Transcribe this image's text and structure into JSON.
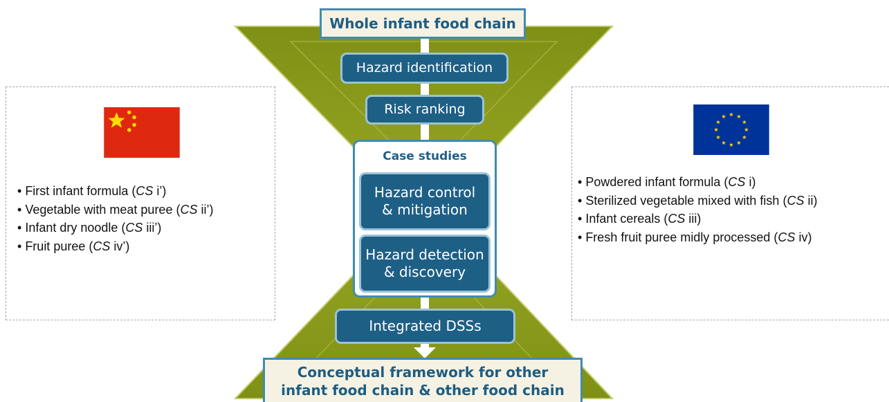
{
  "flow": {
    "top": "Whole infant food chain",
    "steps": [
      "Hazard identification",
      "Risk ranking"
    ],
    "case_studies": {
      "title": "Case studies",
      "items": [
        "Hazard control\n& mitigation",
        "Hazard detection\n& discovery"
      ]
    },
    "integrated": "Integrated DSSs",
    "bottom": "Conceptual framework for other\ninfant food chain & other food chain"
  },
  "china": {
    "flag": "china-flag",
    "items": [
      {
        "text": "First infant formula (",
        "code": "CS",
        "suffix": " i’)"
      },
      {
        "text": "Vegetable with meat puree (",
        "code": "CS",
        "suffix": " ii’)"
      },
      {
        "text": "Infant dry noodle (",
        "code": "CS",
        "suffix": " iii’)"
      },
      {
        "text": "Fruit puree (",
        "code": "CS",
        "suffix": " iv’)"
      }
    ]
  },
  "eu": {
    "flag": "eu-flag",
    "items": [
      {
        "text": "Powdered infant formula (",
        "code": "CS",
        "suffix": " i)"
      },
      {
        "text": "Sterilized vegetable mixed with fish (",
        "code": "CS",
        "suffix": " ii)"
      },
      {
        "text": "Infant cereals (",
        "code": "CS",
        "suffix": " iii)"
      },
      {
        "text": "Fresh fruit puree midly processed (",
        "code": "CS",
        "suffix": " iv)"
      }
    ]
  },
  "colors": {
    "hourglass": "#8a9a1a",
    "hourglass_edge": "#b5c05a",
    "pill": "#1e5f86",
    "pill_border": "#9cc3d6",
    "frame": "#3f8cae",
    "cream": "#f6f2e3",
    "china_red": "#de2910",
    "china_star": "#ffde00",
    "eu_blue": "#003399",
    "eu_star": "#ffcc00"
  }
}
